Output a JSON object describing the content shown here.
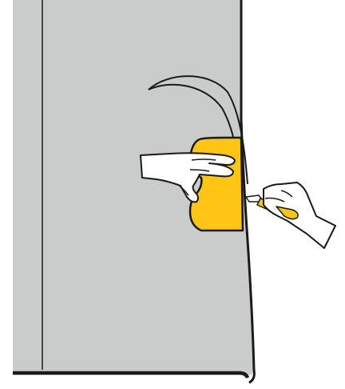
{
  "illustration": {
    "colors": {
      "panel_fill": "#c9ccca",
      "outline": "#1a1a1a",
      "squeegee_fill": "#fec515",
      "knife_handle_fill": "#fec515",
      "glove_fill": "#ffffff",
      "background": "#ffffff"
    },
    "icons": [
      "wall-panel",
      "peeled-film",
      "squeegee",
      "gloved-hand",
      "utility-knife"
    ]
  }
}
